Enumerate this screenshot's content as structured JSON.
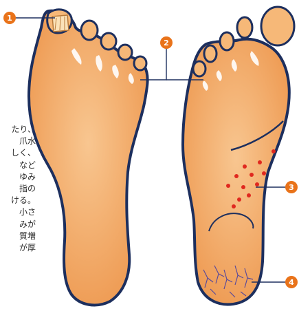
{
  "text_fragments": [
    "たり、",
    "爪水",
    "しく、",
    "など",
    "ゆみ",
    "指の",
    "ける。",
    "小さ",
    "みが",
    "質増",
    "が厚"
  ],
  "markers": [
    "1",
    "2",
    "3",
    "4"
  ],
  "colors": {
    "skin": "#f2a55e",
    "skin_light": "#f8c690",
    "outline": "#1d2f5e",
    "marker": "#e9731a",
    "spot": "#e0281f",
    "crack": "#5a4a9a"
  }
}
